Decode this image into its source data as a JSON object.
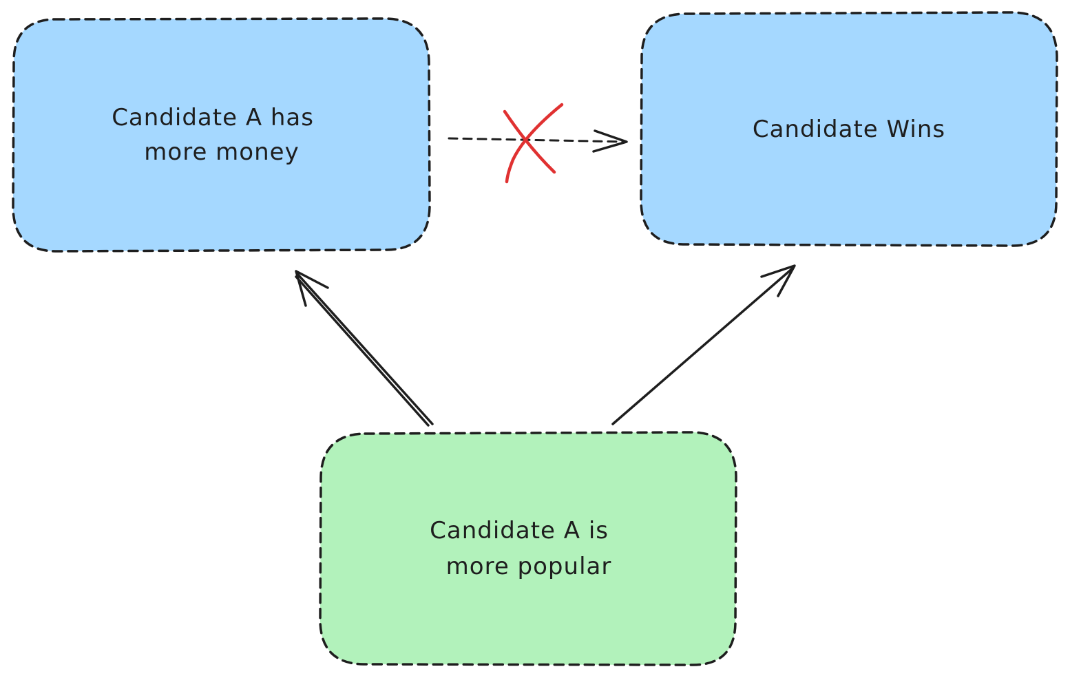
{
  "nodes": {
    "money": {
      "line1": "Candidate A has",
      "line2": "more money",
      "fill": "#a5d8ff"
    },
    "wins": {
      "line1": "Candidate Wins",
      "fill": "#a5d8ff"
    },
    "popular": {
      "line1": "Candidate A is",
      "line2": "more popular",
      "fill": "#b2f2bb"
    }
  },
  "edges": [
    {
      "from": "popular",
      "to": "money",
      "style": "solid"
    },
    {
      "from": "popular",
      "to": "wins",
      "style": "solid"
    },
    {
      "from": "money",
      "to": "wins",
      "style": "dashed",
      "crossed_out": true
    }
  ],
  "colors": {
    "stroke": "#1e1e1e",
    "cross": "#e03131"
  }
}
